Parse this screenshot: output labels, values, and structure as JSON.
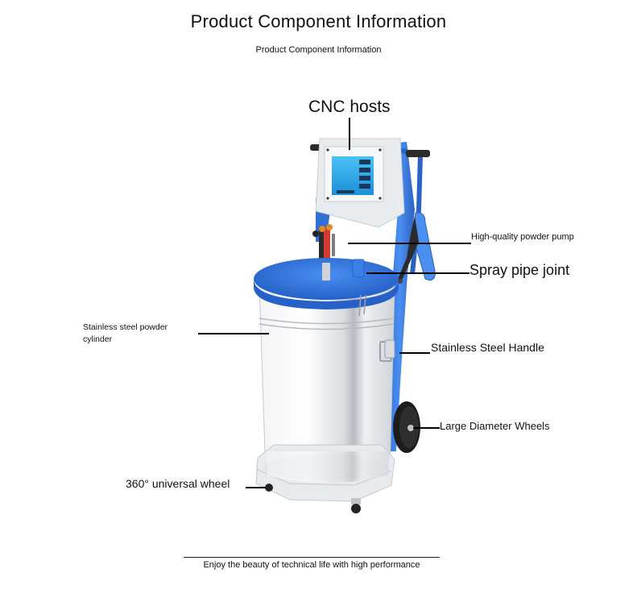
{
  "header": {
    "title": "Product Component Information",
    "subtitle": "Product Component Information"
  },
  "product": {
    "image_description": "Powder coating machine with blue frame, control box, powder hopper cylinder, spray gun, wheels",
    "colors": {
      "frame_blue": "#3d7fe0",
      "lid_blue": "#2f72d8",
      "steel": "#e4e7ea",
      "screen": "#2aa6e8",
      "wheel": "#1c1c1c"
    }
  },
  "callouts": [
    {
      "id": "cnc",
      "label": "CNC hosts"
    },
    {
      "id": "pump",
      "label": "High-quality powder pump"
    },
    {
      "id": "spray",
      "label": "Spray pipe joint"
    },
    {
      "id": "cylinder",
      "label": "Stainless steel powder cylinder"
    },
    {
      "id": "handle",
      "label": "Stainless Steel Handle"
    },
    {
      "id": "wheels",
      "label": "Large Diameter Wheels"
    },
    {
      "id": "universal",
      "label": "360° universal wheel"
    }
  ],
  "footer": {
    "tagline": "Enjoy the beauty of technical life with high performance"
  }
}
